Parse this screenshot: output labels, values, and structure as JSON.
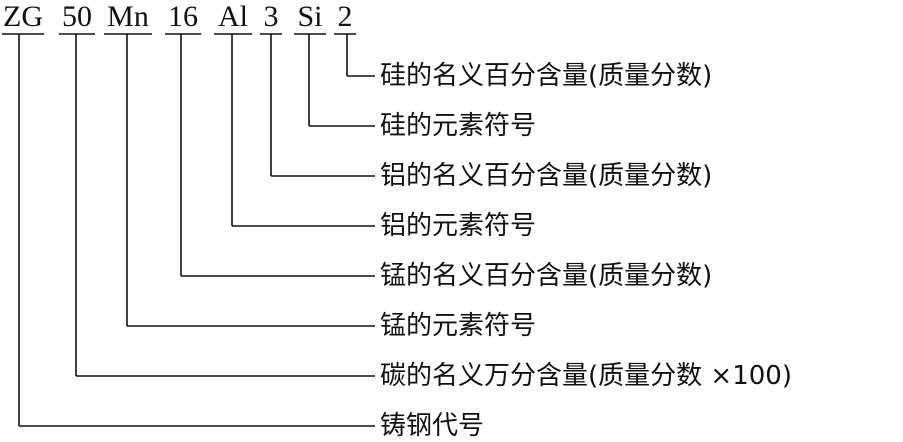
{
  "designation": {
    "segments": [
      {
        "text": "ZG"
      },
      {
        "text": "50"
      },
      {
        "text": "Mn"
      },
      {
        "text": "16"
      },
      {
        "text": "Al"
      },
      {
        "text": "3"
      },
      {
        "text": "Si"
      },
      {
        "text": "2"
      }
    ]
  },
  "labels": [
    {
      "text": "硅的名义百分含量(质量分数)"
    },
    {
      "text": "硅的元素符号"
    },
    {
      "text": "铝的名义百分含量(质量分数)"
    },
    {
      "text": "铝的元素符号"
    },
    {
      "text": "锰的名义百分含量(质量分数)"
    },
    {
      "text": "锰的元素符号"
    },
    {
      "text": "碳的名义万分含量(质量分数 ×100)"
    },
    {
      "text": "铸钢代号"
    }
  ]
}
